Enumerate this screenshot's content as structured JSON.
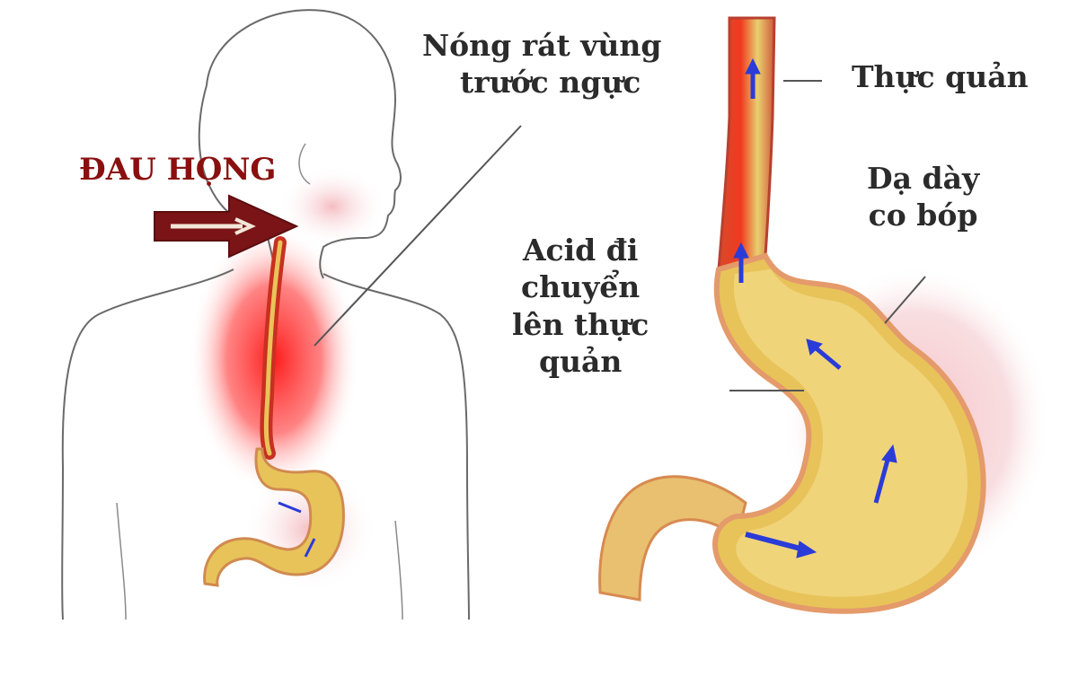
{
  "labels": {
    "throat_pain": "ĐAU HỌNG",
    "chest_burn": [
      "Nóng rát vùng",
      "trước ngực"
    ],
    "esophagus": "Thực quản",
    "stomach": [
      "Dạ dày",
      "co bóp"
    ],
    "acid": [
      "Acid đi",
      "chuyển",
      "lên thực",
      "quản"
    ]
  },
  "colors": {
    "throat_label": "#8a1010",
    "arrow": "#7a1416",
    "inflammation": "#ff1a1a",
    "stomach_fill": "#e8c35a",
    "stomach_wall": "#e8a46a",
    "esophagus_red": "#e02020",
    "flow_arrow": "#2a3bd8",
    "text": "#2b2b2b"
  }
}
